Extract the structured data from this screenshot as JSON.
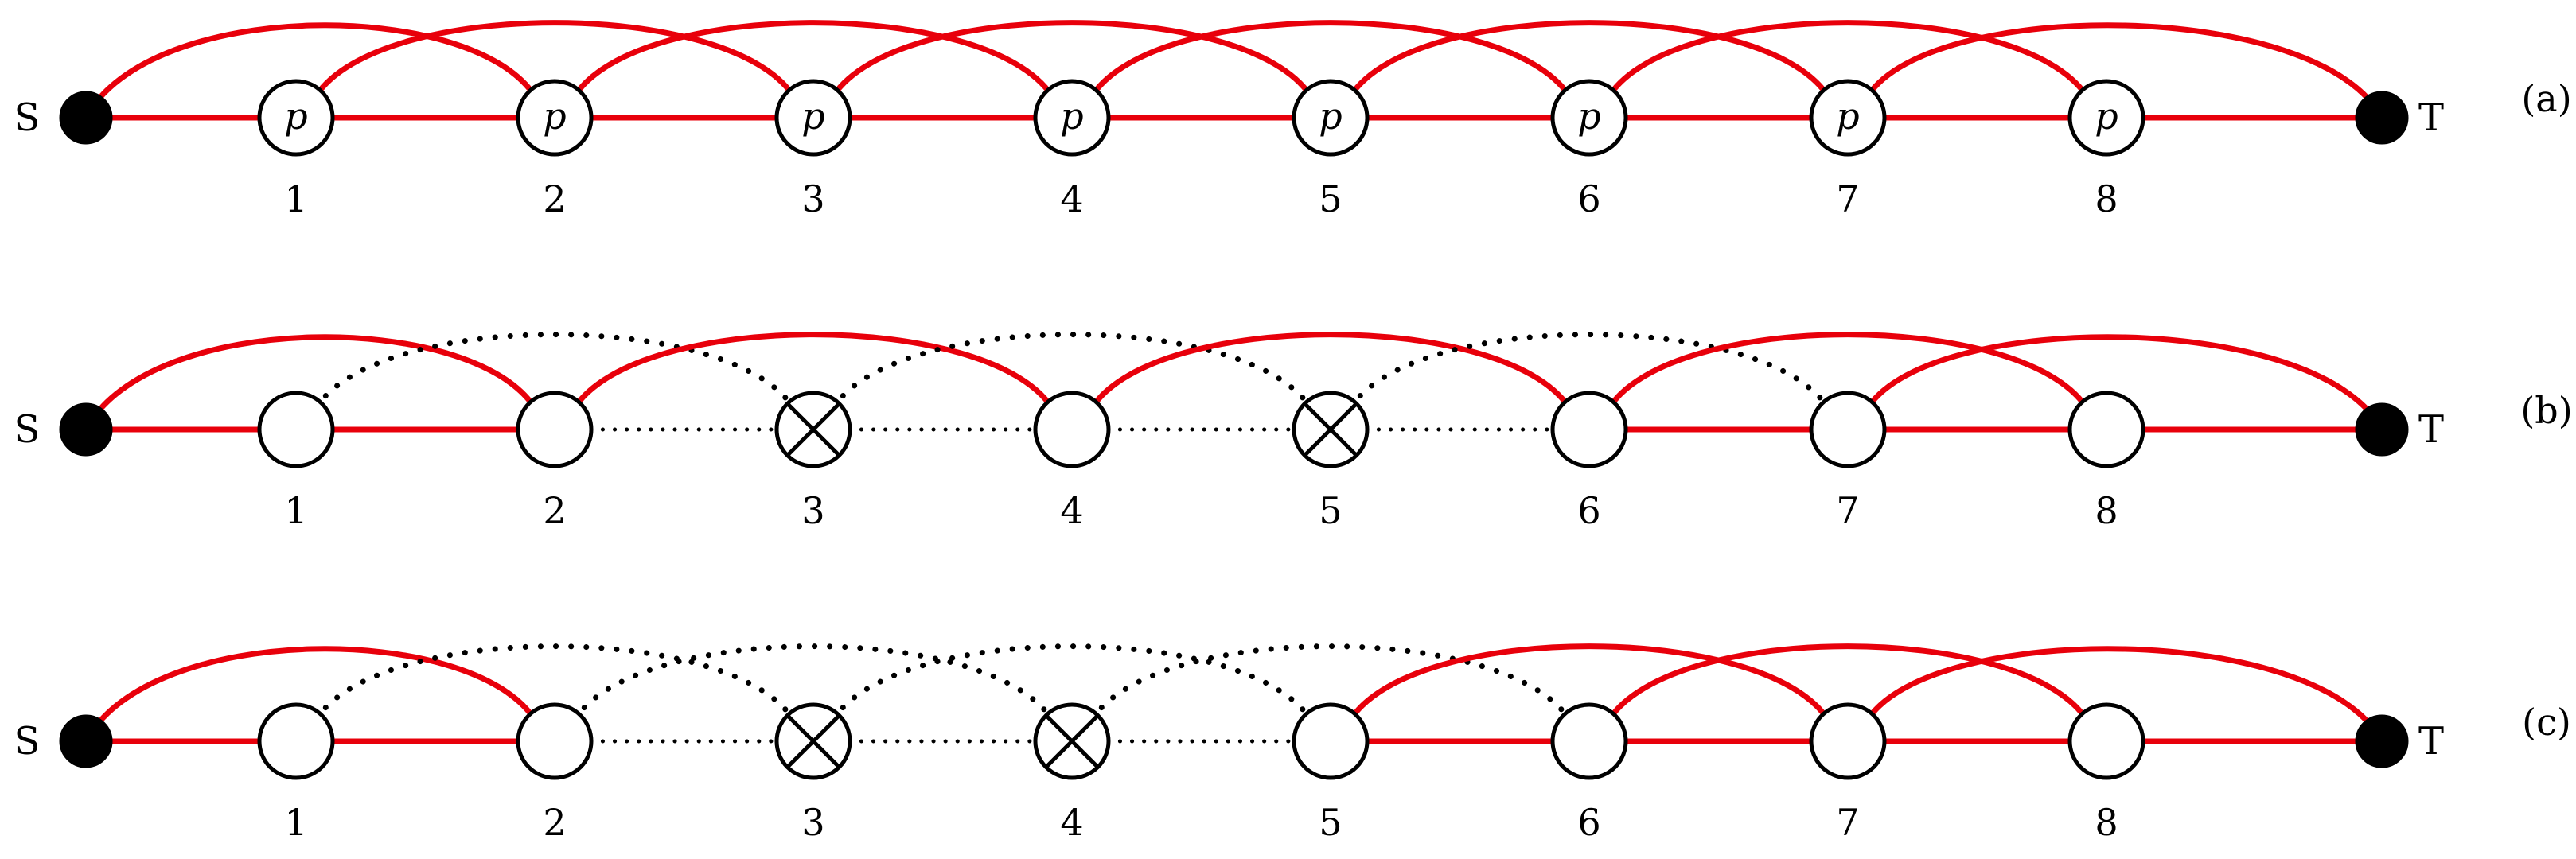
{
  "panels": [
    {
      "tag": "(a)",
      "source_label": "S",
      "target_label": "T",
      "node_symbol": "p",
      "node_indices": [
        "1",
        "2",
        "3",
        "4",
        "5",
        "6",
        "7",
        "8"
      ],
      "failed_nodes": [],
      "symbol_nodes": [
        1,
        2,
        3,
        4,
        5,
        6,
        7,
        8
      ]
    },
    {
      "tag": "(b)",
      "source_label": "S",
      "target_label": "T",
      "node_symbol": "",
      "node_indices": [
        "1",
        "2",
        "3",
        "4",
        "5",
        "6",
        "7",
        "8"
      ],
      "failed_nodes": [
        3,
        5
      ],
      "symbol_nodes": []
    },
    {
      "tag": "(c)",
      "source_label": "S",
      "target_label": "T",
      "node_symbol": "",
      "node_indices": [
        "1",
        "2",
        "3",
        "4",
        "5",
        "6",
        "7",
        "8"
      ],
      "failed_nodes": [
        3,
        4
      ],
      "symbol_nodes": []
    }
  ],
  "colors": {
    "active_edge": "#e8000b",
    "inactive_edge": "#000000",
    "node_fill": "#ffffff",
    "terminal_fill": "#000000"
  }
}
